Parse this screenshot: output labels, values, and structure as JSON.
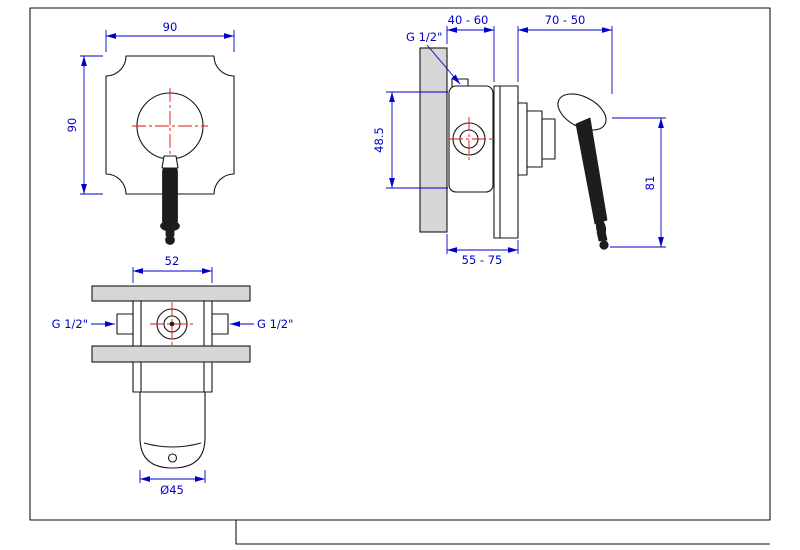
{
  "views": {
    "front": {
      "width_dim": "90",
      "height_dim": "90"
    },
    "side": {
      "recess_depth_dim": "40 - 60",
      "protrusion_dim": "70 - 50",
      "inlet_thread_label": "G 1/2\"",
      "center_height_dim": "48.5",
      "plate_depth_dim": "55 - 75",
      "lever_length_dim": "81"
    },
    "bottom": {
      "body_width_dim": "52",
      "left_port_label": "G 1/2\"",
      "right_port_label": "G 1/2\"",
      "lever_diameter_dim": "Ø45"
    }
  },
  "colors": {
    "dimension_blue": "#0000c8",
    "centerline_red": "#e81309",
    "outline_black": "#161616",
    "section_gray": "#d6d6d6"
  }
}
